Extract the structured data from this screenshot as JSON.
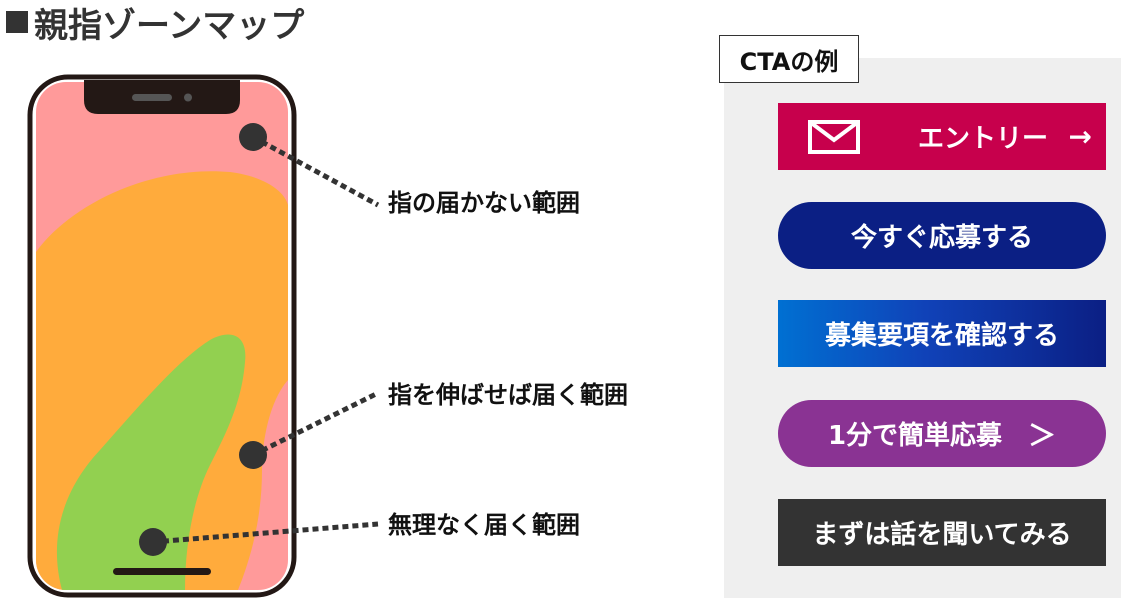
{
  "title": "親指ゾーンマップ",
  "zones": {
    "unreachable": "指の届かない範囲",
    "stretch": "指を伸ばせば届く範囲",
    "easy": "無理なく届く範囲"
  },
  "cta": {
    "heading": "CTAの例",
    "buttons": {
      "entry": "エントリー",
      "apply": "今すぐ応募する",
      "guide": "募集要項を確認する",
      "quick": "1分で簡単応募",
      "talk": "まずは話を聞いてみる"
    },
    "arrow": "→",
    "chevron": "＞"
  },
  "colors": {
    "zone_unreachable": "#ff9a9a",
    "zone_stretch": "#ffab3c",
    "zone_easy": "#92d050",
    "entry": "#c7004c",
    "apply": "#0b1f84",
    "guide_start": "#0070d2",
    "guide_end": "#0b1f84",
    "quick": "#8a3393",
    "talk": "#333333"
  },
  "icons": {
    "entry": "envelope-icon",
    "entry_arrow": "arrow-right-icon"
  }
}
